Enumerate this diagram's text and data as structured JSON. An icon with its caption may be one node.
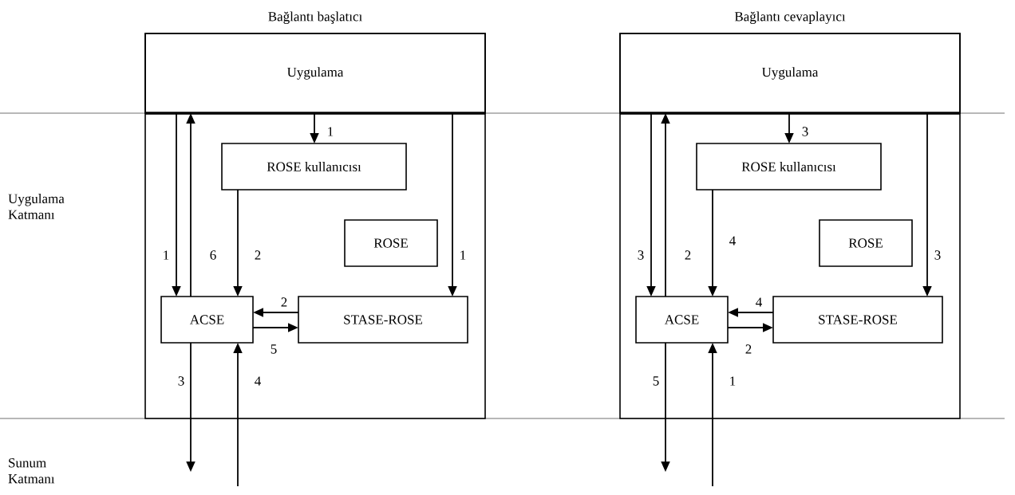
{
  "diagram": {
    "nodes": [
      {
        "text": [
          "Bağlantı başlatıcı"
        ]
      },
      {
        "text": [
          "Uygulama"
        ],
        "in": 0
      },
      {
        "text": [
          "ROSE kullanıcısı"
        ],
        "in": 0
      },
      {
        "text": [
          "ROSE"
        ],
        "in": 0
      },
      {
        "text": [
          "ACSE"
        ],
        "in": 0
      },
      {
        "text": [
          "STASE-ROSE"
        ],
        "in": 0
      },
      {
        "text": [
          "Bağlantı cevaplayıcı"
        ]
      },
      {
        "text": [
          "Uygulama"
        ],
        "in": 6
      },
      {
        "text": [
          "ROSE kullanıcısı"
        ],
        "in": 6
      },
      {
        "text": [
          "ROSE"
        ],
        "in": 6
      },
      {
        "text": [
          "ACSE"
        ],
        "in": 6
      },
      {
        "text": [
          "STASE-ROSE"
        ],
        "in": 6
      }
    ],
    "edges": [
      {
        "from": 1,
        "to": 2,
        "arrow": "to",
        "label": "1"
      },
      {
        "from": 1,
        "to": 4,
        "arrow": "to",
        "label": "1"
      },
      {
        "from": 4,
        "to": 1,
        "arrow": "to",
        "label": "6"
      },
      {
        "from": 1,
        "to": 5,
        "arrow": "to",
        "label": "1"
      },
      {
        "from": 2,
        "to": 4,
        "arrow": "to",
        "label": "2"
      },
      {
        "from": 5,
        "to": 4,
        "arrow": "to",
        "label": "2"
      },
      {
        "from": 4,
        "to": 5,
        "arrow": "to",
        "label": "5"
      },
      {
        "from": 4,
        "to": null,
        "arrow": "to",
        "label": "3"
      },
      {
        "from": null,
        "to": 4,
        "arrow": "to",
        "label": "4"
      },
      {
        "from": 7,
        "to": 8,
        "arrow": "to",
        "label": "3"
      },
      {
        "from": 7,
        "to": 10,
        "arrow": "to",
        "label": "3"
      },
      {
        "from": 10,
        "to": 7,
        "arrow": "to",
        "label": "2"
      },
      {
        "from": 7,
        "to": 11,
        "arrow": "to",
        "label": "3"
      },
      {
        "from": 8,
        "to": 10,
        "arrow": "to",
        "label": "4"
      },
      {
        "from": 11,
        "to": 10,
        "arrow": "to",
        "label": "4"
      },
      {
        "from": 10,
        "to": 11,
        "arrow": "to",
        "label": "2"
      },
      {
        "from": 10,
        "to": null,
        "arrow": "to",
        "label": "5"
      },
      {
        "from": null,
        "to": 10,
        "arrow": "to",
        "label": "1"
      }
    ],
    "labels": [
      "Uygulama Katmanı",
      "Sunum Katmanı"
    ]
  }
}
